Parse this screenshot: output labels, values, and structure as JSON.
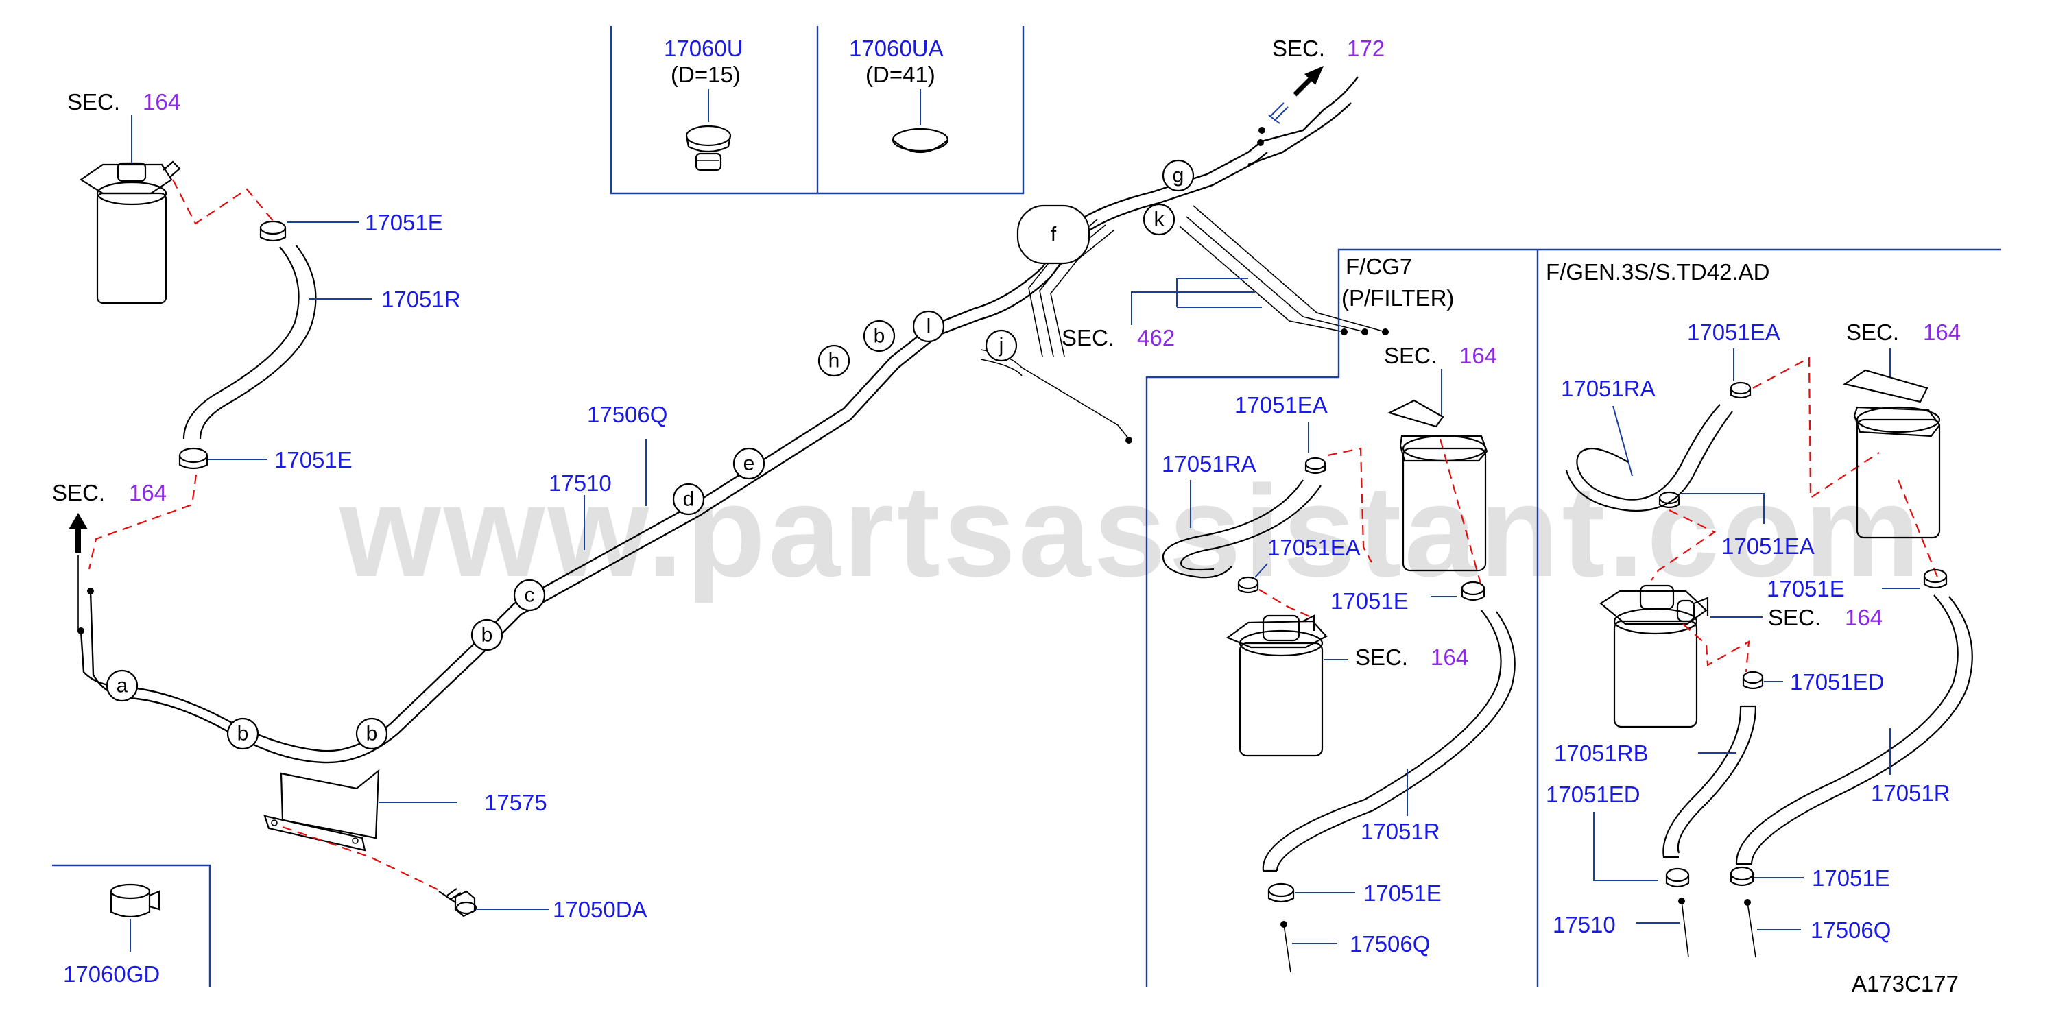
{
  "watermark": "www.partsassistant.com",
  "diagram_code": "A173C177",
  "colors": {
    "part_number": "#1a1ae6",
    "section_number": "#8a2be2",
    "leader": "#1c3f9e",
    "dashed_link": "#e01010"
  },
  "inset_top": {
    "left": {
      "part": "17060U",
      "note": "(D=15)"
    },
    "right": {
      "part": "17060UA",
      "note": "(D=41)"
    }
  },
  "inset_bottom_left": {
    "part": "17060GD"
  },
  "sections": {
    "sec_word": "SEC.",
    "top_left": "164",
    "left_arrow": "164",
    "top_right_arrow": "172",
    "middle": "462",
    "cg7_top": "164",
    "cg7_filter": "164",
    "gen_top": "164",
    "gen_filter": "164"
  },
  "main_labels": {
    "clamp_upper": "17051E",
    "hose_upper": "17051R",
    "clamp_lower": "17051E",
    "tube_q": "17506Q",
    "tube_main": "17510",
    "bracket": "17575",
    "bolt": "17050DA"
  },
  "pipe_markers": [
    "a",
    "b",
    "b",
    "b",
    "c",
    "d",
    "e",
    "h",
    "b",
    "l",
    "j",
    "f",
    "k",
    "g"
  ],
  "panel_cg7": {
    "title_line1": "F/CG7",
    "title_line2": "(P/FILTER)",
    "labels": {
      "clamp_ea_top": "17051EA",
      "hose_ra": "17051RA",
      "clamp_ea_mid": "17051EA",
      "clamp_e_right": "17051E",
      "hose_r": "17051R",
      "clamp_e_bottom": "17051E",
      "tube_q": "17506Q"
    }
  },
  "panel_gen": {
    "title": "F/GEN.3S/S.TD42.AD",
    "labels": {
      "clamp_ea_top": "17051EA",
      "hose_ra": "17051RA",
      "clamp_ea_lower": "17051EA",
      "clamp_e": "17051E",
      "clamp_ed_right": "17051ED",
      "hose_rb": "17051RB",
      "clamp_ed_left": "17051ED",
      "hose_r": "17051R",
      "clamp_e_bottom": "17051E",
      "tube_510": "17510",
      "tube_q": "17506Q"
    }
  }
}
